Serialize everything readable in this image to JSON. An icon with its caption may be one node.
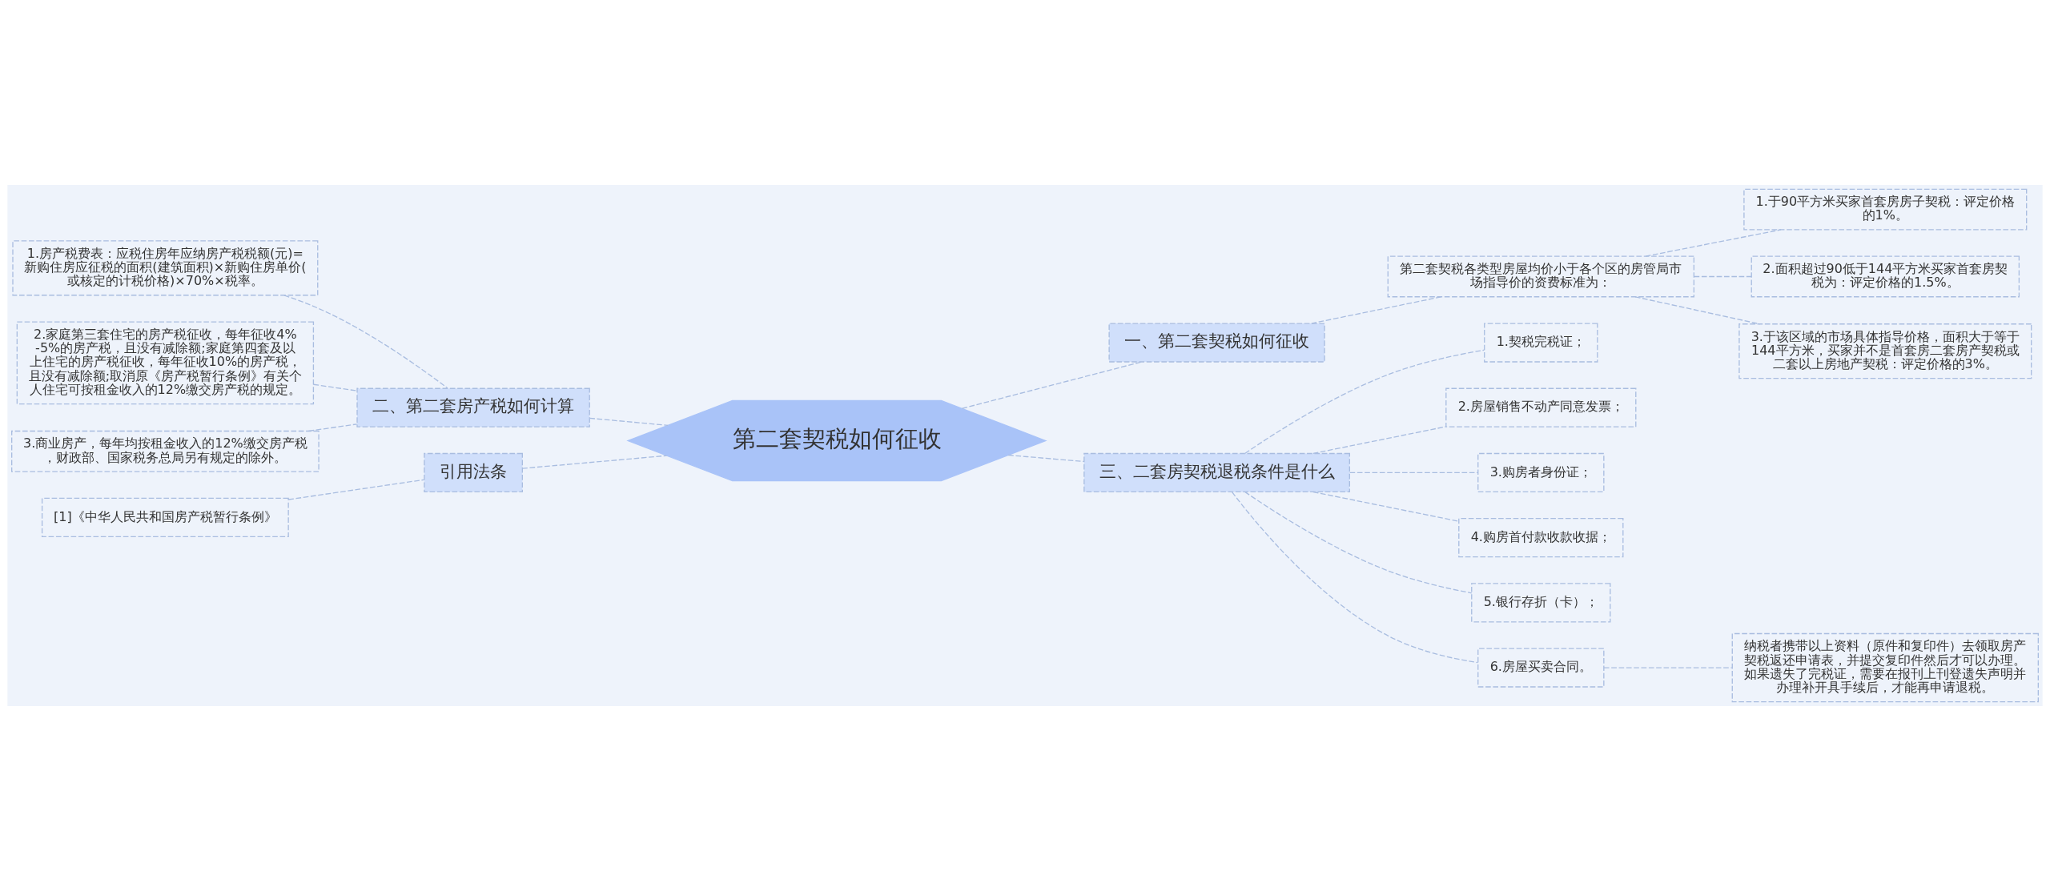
{
  "diagram": {
    "nodes": [
      {
        "text": [
          "第二套契税如何征收"
        ]
      },
      {
        "text": [
          "一、第二套契税如何征收"
        ]
      },
      {
        "text": [
          "第二套契税各类型房屋均价小于各个区的房管局市场指导价的资费标准为："
        ]
      },
      {
        "text": [
          "1.于90平方米买家首套房房子契税：评定价格的1%。"
        ]
      },
      {
        "text": [
          "2.面积超过90低于144平方米买家首套房契税为：评定价格的1.5%。"
        ]
      },
      {
        "text": [
          "3.于该区域的市场具体指导价格，面积大于等于144平方米，买家并不是首套房二套房产契税或二套以上房地产契税：评定价格的3%。"
        ]
      },
      {
        "text": [
          "三、二套房契税退税条件是什么"
        ]
      },
      {
        "text": [
          "1.契税完税证；"
        ]
      },
      {
        "text": [
          "2.房屋销售不动产同意发票；"
        ]
      },
      {
        "text": [
          "3.购房者身份证；"
        ]
      },
      {
        "text": [
          "4.购房首付款收款收据；"
        ]
      },
      {
        "text": [
          "5.银行存折（卡）；"
        ]
      },
      {
        "text": [
          "6.房屋买卖合同。"
        ]
      },
      {
        "text": [
          "纳税者携带以上资料（原件和复印件）去领取房产契税返还申请表，并提交复印件然后才可以办理。如果遗失了完税证，需要在报刊上刊登遗失声明并办理补开具手续后，才能再申请退税。"
        ]
      },
      {
        "text": [
          "二、第二套房产税如何计算"
        ]
      },
      {
        "text": [
          "1.房产税费表：应税住房年应纳房产税税额(元)=新购住房应征税的面积(建筑面积)×新购住房单价(或核定的计税价格)×70%×税率。"
        ]
      },
      {
        "text": [
          "2.家庭第三套住宅的房产税征收，每年征收4%-5%的房产税，且没有减除额;家庭第四套及以上住宅的房产税征收，每年征收10%的房产税，且没有减除额;取消原《房产税暂行条例》有关个人住宅可按租金收入的12%缴交房产税的规定。"
        ]
      },
      {
        "text": [
          "3.商业房产，每年均按租金收入的12%缴交房产税，财政部、国家税务总局另有规定的除外。"
        ]
      },
      {
        "text": [
          "引用法条"
        ]
      },
      {
        "text": [
          "[1]《中华人民共和国房产税暂行条例》"
        ]
      }
    ],
    "edges": [
      {
        "from": 0,
        "to": 1,
        "arrow": "none"
      },
      {
        "from": 1,
        "to": 2,
        "arrow": "none"
      },
      {
        "from": 2,
        "to": 3,
        "arrow": "none"
      },
      {
        "from": 2,
        "to": 4,
        "arrow": "none"
      },
      {
        "from": 2,
        "to": 5,
        "arrow": "none"
      },
      {
        "from": 0,
        "to": 6,
        "arrow": "none"
      },
      {
        "from": 6,
        "to": 7,
        "arrow": "none"
      },
      {
        "from": 6,
        "to": 8,
        "arrow": "none"
      },
      {
        "from": 6,
        "to": 9,
        "arrow": "none"
      },
      {
        "from": 6,
        "to": 10,
        "arrow": "none"
      },
      {
        "from": 6,
        "to": 11,
        "arrow": "none"
      },
      {
        "from": 6,
        "to": 12,
        "arrow": "none"
      },
      {
        "from": 12,
        "to": 13,
        "arrow": "none"
      },
      {
        "from": 0,
        "to": 14,
        "arrow": "none"
      },
      {
        "from": 14,
        "to": 15,
        "arrow": "none"
      },
      {
        "from": 14,
        "to": 16,
        "arrow": "none"
      },
      {
        "from": 14,
        "to": 17,
        "arrow": "none"
      },
      {
        "from": 0,
        "to": 18,
        "arrow": "none"
      },
      {
        "from": 18,
        "to": 19,
        "arrow": "none"
      }
    ]
  }
}
